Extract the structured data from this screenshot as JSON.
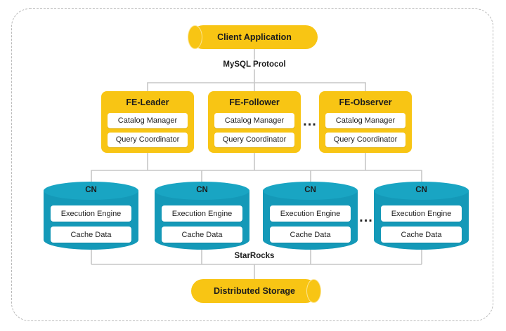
{
  "diagram": {
    "client": {
      "label": "Client Application"
    },
    "protocol_label": "MySQL Protocol",
    "fe_nodes": [
      {
        "title": "FE-Leader",
        "components": [
          "Catalog Manager",
          "Query Coordinator"
        ]
      },
      {
        "title": "FE-Follower",
        "components": [
          "Catalog Manager",
          "Query Coordinator"
        ]
      },
      {
        "title": "FE-Observer",
        "components": [
          "Catalog Manager",
          "Query Coordinator"
        ]
      }
    ],
    "fe_ellipsis": "...",
    "cn_nodes": [
      {
        "title": "CN",
        "components": [
          "Execution Engine",
          "Cache Data"
        ]
      },
      {
        "title": "CN",
        "components": [
          "Execution Engine",
          "Cache Data"
        ]
      },
      {
        "title": "CN",
        "components": [
          "Execution Engine",
          "Cache Data"
        ]
      },
      {
        "title": "CN",
        "components": [
          "Execution Engine",
          "Cache Data"
        ]
      }
    ],
    "cn_ellipsis": "...",
    "cluster_label": "StarRocks",
    "storage": {
      "label": "Distributed Storage"
    },
    "colors": {
      "node_yellow": "#F8C514",
      "node_teal": "#1499B8",
      "connector_gray": "#C7C7C7",
      "text_dark": "#1C1C1C"
    }
  }
}
